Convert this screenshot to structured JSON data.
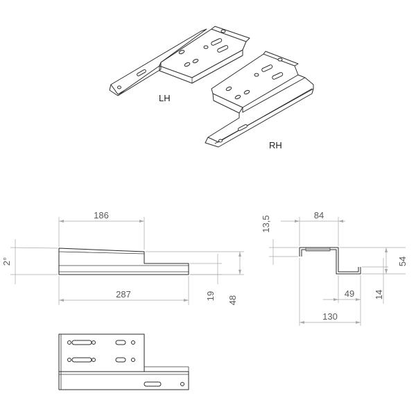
{
  "labels": {
    "left_hand": "LH",
    "right_hand": "RH"
  },
  "dimensions": {
    "side_top_length": "186",
    "side_angle": "2°",
    "side_total_length": "287",
    "side_step_height": "19",
    "side_total_height": "48",
    "profile_top_flange_height": "13,5",
    "profile_top_width": "84",
    "profile_total_height": "54",
    "profile_offset": "49",
    "profile_bottom_flange": "14",
    "profile_total_width": "130"
  },
  "colors": {
    "line": "#2a2a2a",
    "dimension_line": "#a8a8a8",
    "dimension_text": "#5a5a5a"
  }
}
